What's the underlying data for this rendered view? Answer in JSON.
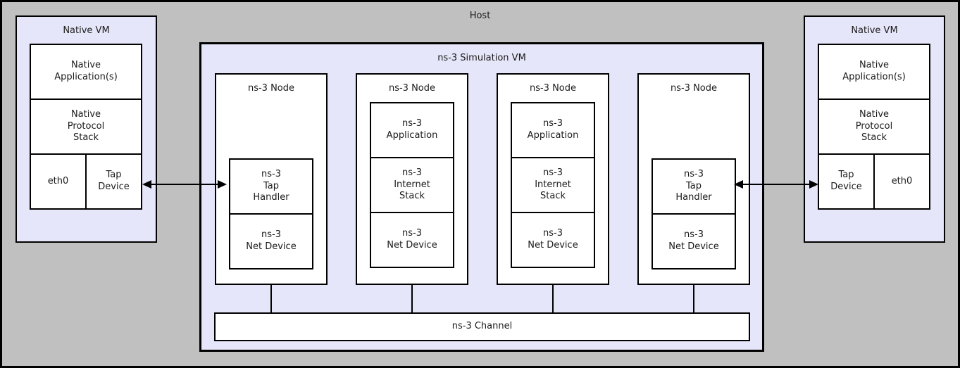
{
  "host": {
    "label": "Host"
  },
  "colors": {
    "host_background": "#c0c0c0",
    "vm_fill": "#e6e6fa",
    "box_fill": "#ffffff",
    "border": "#000000",
    "text": "#1a1a1a"
  },
  "native_vm_left": {
    "label": "Native VM",
    "application": "Native\nApplication(s)",
    "protocol_stack": "Native\nProtocol\nStack",
    "eth0": "eth0",
    "tap_device": "Tap\nDevice"
  },
  "native_vm_right": {
    "label": "Native VM",
    "application": "Native\nApplication(s)",
    "protocol_stack": "Native\nProtocol\nStack",
    "tap_device": "Tap\nDevice",
    "eth0": "eth0"
  },
  "sim_vm": {
    "label": "ns-3 Simulation VM",
    "channel": "ns-3 Channel",
    "nodes": [
      {
        "label": "ns-3 Node",
        "cells": [
          "ns-3\nTap\nHandler",
          "ns-3\nNet Device"
        ]
      },
      {
        "label": "ns-3 Node",
        "cells": [
          "ns-3\nApplication",
          "ns-3\nInternet\nStack",
          "ns-3\nNet Device"
        ]
      },
      {
        "label": "ns-3 Node",
        "cells": [
          "ns-3\nApplication",
          "ns-3\nInternet\nStack",
          "ns-3\nNet Device"
        ]
      },
      {
        "label": "ns-3 Node",
        "cells": [
          "ns-3\nTap\nHandler",
          "ns-3\nNet Device"
        ]
      }
    ]
  }
}
